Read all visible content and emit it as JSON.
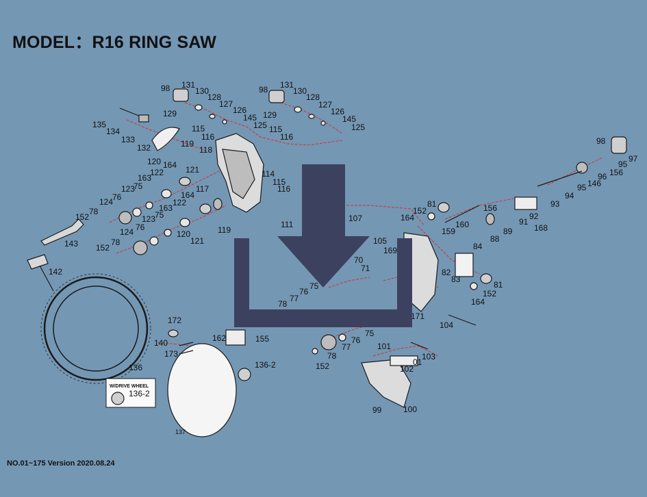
{
  "title": "MODEL：R16  RING SAW",
  "footer": "NO.01~175  Version 2020.08.24",
  "colors": {
    "background": "#7497b4",
    "overlay": "#3d4160",
    "callout_line": "#d6302a",
    "ink": "#111111"
  },
  "overlay_icon": "download-icon",
  "parts": {
    "p98a": "98",
    "p131a": "131",
    "p130a": "130",
    "p129a": "129",
    "p128a": "128",
    "p127a": "127",
    "p126a": "126",
    "p145a": "145",
    "p125a": "125",
    "p135": "135",
    "p134": "134",
    "p133": "133",
    "p132": "132",
    "p115a": "115",
    "p116a": "116",
    "p119a": "119",
    "p118": "118",
    "p120a": "120",
    "p164a": "164",
    "p121a": "121",
    "p122a": "122",
    "p163a": "163",
    "p123a": "123",
    "p75a": "75",
    "p76a": "76",
    "p124a": "124",
    "p78a": "78",
    "p152a": "152",
    "p117": "117",
    "p164b": "164",
    "p122b": "122",
    "p163b": "163",
    "p123b": "123",
    "p75b": "75",
    "p120b": "120",
    "p119b": "119",
    "p121b": "121",
    "p124b": "124",
    "p76b": "76",
    "p78b": "78",
    "p152b": "152",
    "p143": "143",
    "p142": "142",
    "p98b": "98",
    "p131b": "131",
    "p130b": "130",
    "p128b": "128",
    "p129b": "129",
    "p127b": "127",
    "p126b": "126",
    "p145b": "145",
    "p125b": "125",
    "p115b": "115",
    "p116b": "116",
    "p114": "114",
    "p115c": "115",
    "p116c": "116",
    "p111": "111",
    "p107": "107",
    "p105": "105",
    "p169": "169",
    "p70": "70",
    "p71": "71",
    "p75c": "75",
    "p76c": "76",
    "p77a": "77",
    "p78c": "78",
    "p152c": "152",
    "p81a": "81",
    "p164c": "164",
    "p156a": "156",
    "p160": "160",
    "p159": "159",
    "p84": "84",
    "p82": "82",
    "p83": "83",
    "p88": "88",
    "p81b": "81",
    "p152d": "152",
    "p164d": "164",
    "p171": "171",
    "p104": "104",
    "p89": "89",
    "p91": "91",
    "p92": "92",
    "p168": "168",
    "p93": "93",
    "p94": "94",
    "p95a": "95",
    "p146": "146",
    "p96": "96",
    "p156b": "156",
    "p95b": "95",
    "p97": "97",
    "p98c": "98",
    "p136": "136",
    "wdw": "W/DRIVE WHEEL",
    "p136_2a": "136-2",
    "p136_2b": "136-2",
    "p172": "172",
    "p140": "140",
    "p173": "173",
    "p162": "162",
    "p155": "155",
    "p137": "137",
    "p75d": "75",
    "p76d": "76",
    "p77b": "77",
    "p78d": "78",
    "p152e": "152",
    "p101": "101",
    "p01": "01",
    "p102": "102",
    "p103": "103",
    "p99": "99",
    "p100": "100"
  }
}
